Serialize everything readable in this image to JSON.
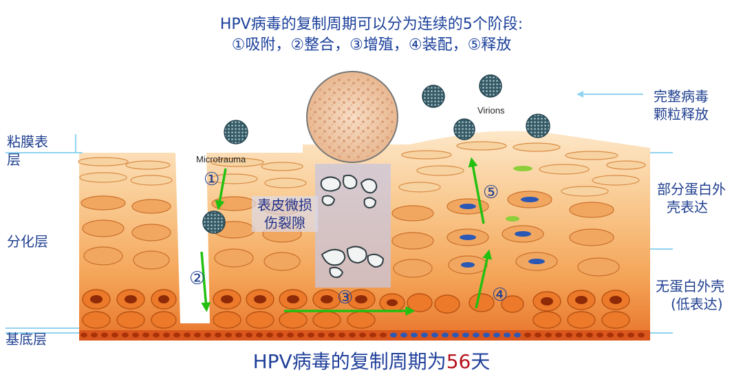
{
  "header": {
    "line1": "HPV病毒的复制周期可以分为连续的5个阶段:",
    "line2": "①吸附，②整合，③增殖，④装配，⑤释放"
  },
  "left_labels": {
    "mucosa": "粘膜表\n层",
    "mucosa_l1": "粘膜表",
    "mucosa_l2": "层",
    "differentiated": "分化层",
    "basal": "基底层"
  },
  "right_labels": {
    "release_l1": "完整病毒",
    "release_l2": "颗粒释放",
    "partial_l1": "部分蛋白外",
    "partial_l2": "壳表达",
    "none_l1": "无蛋白外壳",
    "none_l2": "(低表达)"
  },
  "diagram": {
    "microtrauma": "Microtrauma",
    "virions": "Virions",
    "wound_l1": "表皮微损",
    "wound_l2": "伤裂隙",
    "steps": [
      "①",
      "②",
      "③",
      "④",
      "⑤"
    ]
  },
  "footer": {
    "prefix": "HPV病毒的复制周期为",
    "days": "56",
    "suffix": "天"
  },
  "colors": {
    "text_blue": "#1f3f8f",
    "arrow_green": "#22c010",
    "highlight_red": "#b5121b",
    "line_cyan": "#8fd3f0"
  }
}
